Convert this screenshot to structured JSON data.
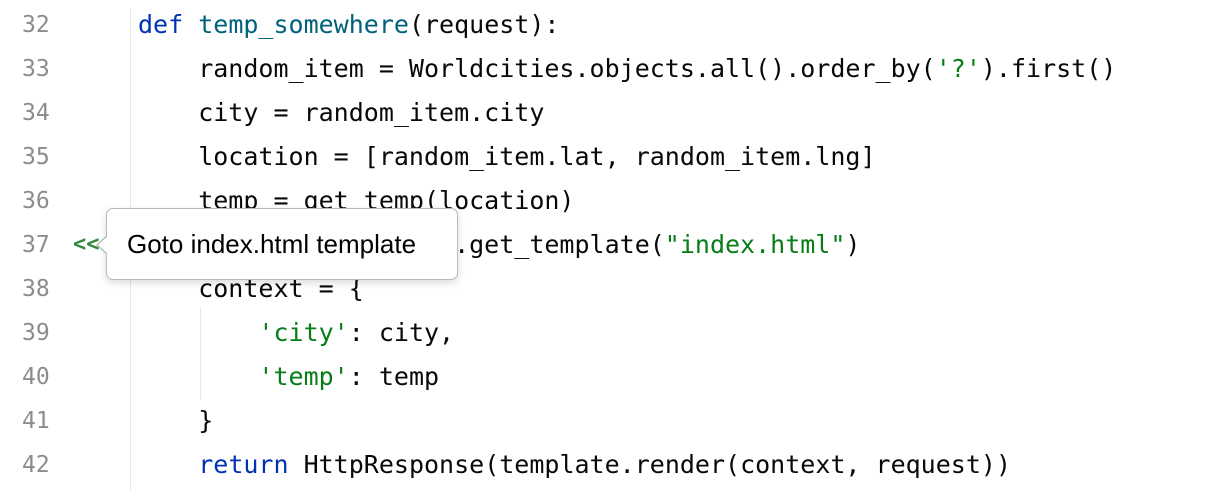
{
  "editor": {
    "lines": [
      {
        "num": "32",
        "tokens": [
          [
            "kw",
            "def "
          ],
          [
            "fn",
            "temp_somewhere"
          ],
          [
            "plain",
            "(request):"
          ]
        ]
      },
      {
        "num": "33",
        "tokens": [
          [
            "plain",
            "    random_item = Worldcities.objects.all().order_by("
          ],
          [
            "str",
            "'?'"
          ],
          [
            "plain",
            ").first()"
          ]
        ]
      },
      {
        "num": "34",
        "tokens": [
          [
            "plain",
            "    city = random_item.city"
          ]
        ]
      },
      {
        "num": "35",
        "tokens": [
          [
            "plain",
            "    location = [random_item.lat, random_item.lng]"
          ]
        ]
      },
      {
        "num": "36",
        "tokens": [
          [
            "plain",
            "    temp = get_temp(location)"
          ]
        ]
      },
      {
        "num": "37",
        "tokens": [
          [
            "plain",
            "    template = loader.get_template("
          ],
          [
            "str",
            "\"index.html\""
          ],
          [
            "plain",
            ")"
          ]
        ]
      },
      {
        "num": "38",
        "tokens": [
          [
            "plain",
            "    context = {"
          ]
        ]
      },
      {
        "num": "39",
        "tokens": [
          [
            "plain",
            "        "
          ],
          [
            "str",
            "'city'"
          ],
          [
            "plain",
            ": city,"
          ]
        ]
      },
      {
        "num": "40",
        "tokens": [
          [
            "plain",
            "        "
          ],
          [
            "str",
            "'temp'"
          ],
          [
            "plain",
            ": temp"
          ]
        ]
      },
      {
        "num": "41",
        "tokens": [
          [
            "plain",
            "    }"
          ]
        ]
      },
      {
        "num": "42",
        "tokens": [
          [
            "plain",
            "    "
          ],
          [
            "kw",
            "return"
          ],
          [
            "plain",
            " HttpResponse(template.render(context, request))"
          ]
        ]
      }
    ],
    "gutter_icon": {
      "line": "37",
      "glyph": "<<",
      "icon": "navigate-to-template-icon",
      "color": "#2f8a3c"
    }
  },
  "tooltip": {
    "text": "Goto index.html template"
  },
  "colors": {
    "keyword": "#0033b3",
    "function": "#00627a",
    "string": "#067d17",
    "line_number": "#8c8c8c"
  }
}
